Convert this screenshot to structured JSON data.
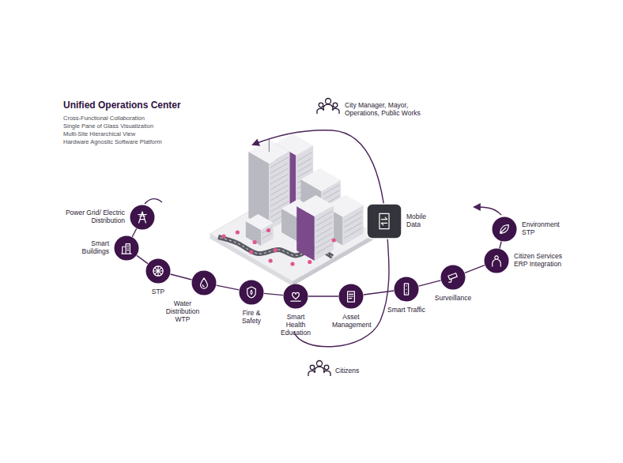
{
  "diagram": {
    "title": "Unified Operations Center",
    "nodes": [
      {
        "text": [
          "Power Grid/ Electric Distribution"
        ]
      },
      {
        "text": [
          "Smart Buildings"
        ]
      },
      {
        "text": [
          "STP"
        ]
      },
      {
        "text": [
          "Water Distribution WTP"
        ]
      },
      {
        "text": [
          "Fire & Safety"
        ]
      },
      {
        "text": [
          "Smart Health Education"
        ]
      },
      {
        "text": [
          "Asset Management"
        ]
      },
      {
        "text": [
          "Smart Traffic"
        ]
      },
      {
        "text": [
          "Surveillance"
        ]
      },
      {
        "text": [
          "Citizen Services ERP Integration"
        ]
      },
      {
        "text": [
          "Environment STP"
        ]
      },
      {
        "text": [
          "Mobile Data"
        ]
      }
    ],
    "edges": [
      {
        "from": 0,
        "to": 1,
        "arrow": "none"
      },
      {
        "from": 1,
        "to": 2,
        "arrow": "none"
      },
      {
        "from": 2,
        "to": 3,
        "arrow": "none"
      },
      {
        "from": 3,
        "to": 4,
        "arrow": "none"
      },
      {
        "from": 4,
        "to": 5,
        "arrow": "none"
      },
      {
        "from": 5,
        "to": 6,
        "arrow": "none"
      },
      {
        "from": 6,
        "to": 7,
        "arrow": "none"
      },
      {
        "from": 7,
        "to": 8,
        "arrow": "none"
      },
      {
        "from": 8,
        "to": 9,
        "arrow": "none"
      },
      {
        "from": 9,
        "to": 10,
        "arrow": "none"
      }
    ],
    "labels": [
      "Cross-Functional Collaboration",
      "Single Pane of Glass Visualization",
      "Multi-Site Hierarchical View",
      "Hardware Agnostic Software Platform",
      "City Manager, Mayor, Operations, Public Works",
      "Citizens"
    ]
  }
}
